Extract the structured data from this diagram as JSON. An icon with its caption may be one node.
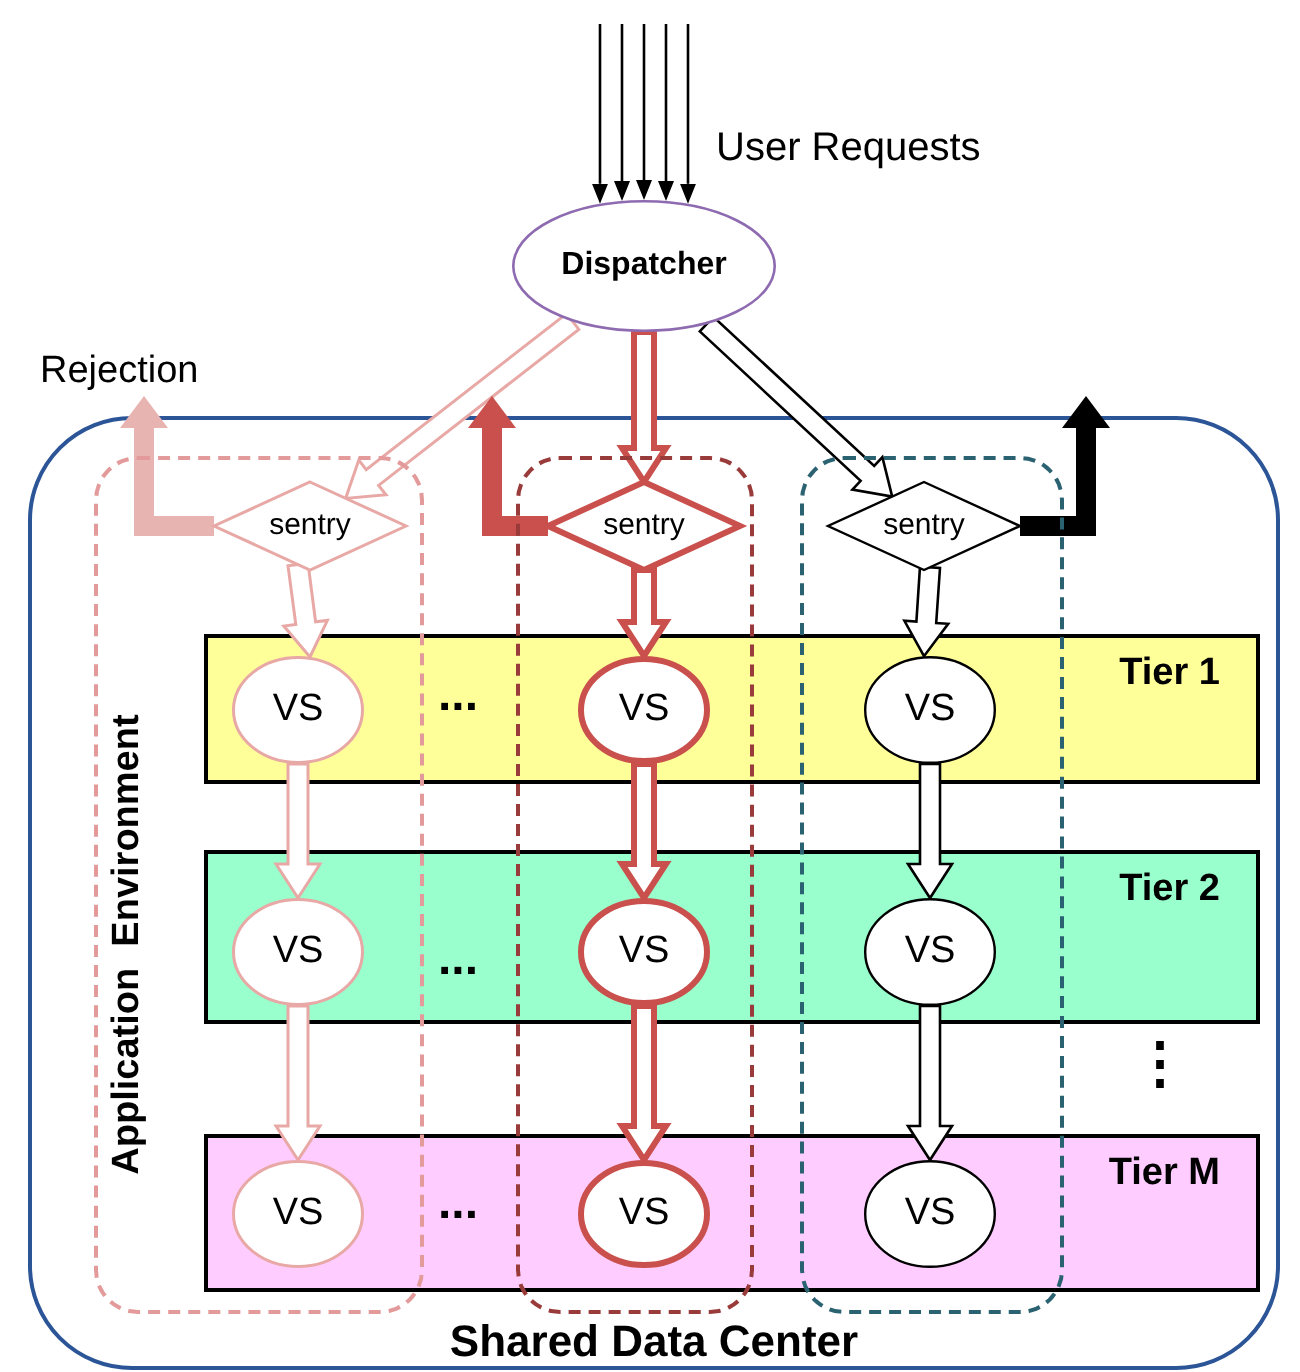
{
  "diagram": {
    "nodes": [
      {
        "text": [
          "Shared Data Center"
        ]
      },
      {
        "text": [
          "Dispatcher"
        ]
      },
      {
        "text": [
          "Rejection"
        ]
      },
      {
        "text": [
          "Tier 1"
        ],
        "in": 0
      },
      {
        "text": [
          "Tier 2"
        ],
        "in": 0
      },
      {
        "text": [
          "Tier M"
        ],
        "in": 0
      },
      {
        "text": [
          "Application  Environment"
        ],
        "in": 0
      },
      {
        "text": [],
        "shape": "box",
        "in": 0
      },
      {
        "text": [],
        "shape": "box",
        "in": 0
      },
      {
        "text": [
          "sentry"
        ],
        "in": 6
      },
      {
        "text": [
          "sentry"
        ],
        "in": 7
      },
      {
        "text": [
          "sentry"
        ],
        "in": 8
      },
      {
        "text": [
          "VS"
        ]
      },
      {
        "text": [
          "VS"
        ]
      },
      {
        "text": [
          "VS"
        ]
      },
      {
        "text": [
          "VS"
        ]
      },
      {
        "text": [
          "VS"
        ]
      },
      {
        "text": [
          "VS"
        ]
      },
      {
        "text": [
          "VS"
        ]
      },
      {
        "text": [
          "VS"
        ]
      },
      {
        "text": [
          "VS"
        ]
      }
    ],
    "edges": [
      {
        "from": null,
        "to": 1,
        "arrow": "to"
      },
      {
        "from": null,
        "to": 1,
        "arrow": "to"
      },
      {
        "from": null,
        "to": 1,
        "arrow": "to"
      },
      {
        "from": null,
        "to": 1,
        "arrow": "to"
      },
      {
        "from": null,
        "to": 1,
        "arrow": "to"
      },
      {
        "from": 1,
        "to": 9,
        "arrow": "to",
        "style": "thick",
        "color": "#e8a9a6"
      },
      {
        "from": 1,
        "to": 10,
        "arrow": "to",
        "style": "thick",
        "color": "#c9504c"
      },
      {
        "from": 1,
        "to": 11,
        "arrow": "to",
        "style": "thick"
      },
      {
        "from": 9,
        "to": 2,
        "arrow": "to",
        "style": "thick",
        "color": "#e8b4b2"
      },
      {
        "from": 10,
        "to": null,
        "arrow": "to",
        "style": "thick",
        "color": "#c9504c"
      },
      {
        "from": 11,
        "to": null,
        "arrow": "to",
        "style": "thick"
      },
      {
        "from": 9,
        "to": 12,
        "arrow": "to",
        "style": "thick",
        "color": "#e8a9a6"
      },
      {
        "from": 12,
        "to": 13,
        "arrow": "to",
        "style": "thick",
        "color": "#e8a9a6"
      },
      {
        "from": 13,
        "to": 14,
        "arrow": "to",
        "style": "thick",
        "color": "#e8a9a6"
      },
      {
        "from": 10,
        "to": 15,
        "arrow": "to",
        "style": "thick",
        "color": "#c9504c"
      },
      {
        "from": 15,
        "to": 16,
        "arrow": "to",
        "style": "thick",
        "color": "#c9504c"
      },
      {
        "from": 16,
        "to": 17,
        "arrow": "to",
        "style": "thick",
        "color": "#c9504c"
      },
      {
        "from": 11,
        "to": 18,
        "arrow": "to",
        "style": "thick"
      },
      {
        "from": 18,
        "to": 19,
        "arrow": "to",
        "style": "thick"
      },
      {
        "from": 19,
        "to": 20,
        "arrow": "to",
        "style": "thick"
      }
    ],
    "labels": [
      "User Requests",
      "...",
      "...",
      "...",
      "⋮"
    ]
  }
}
